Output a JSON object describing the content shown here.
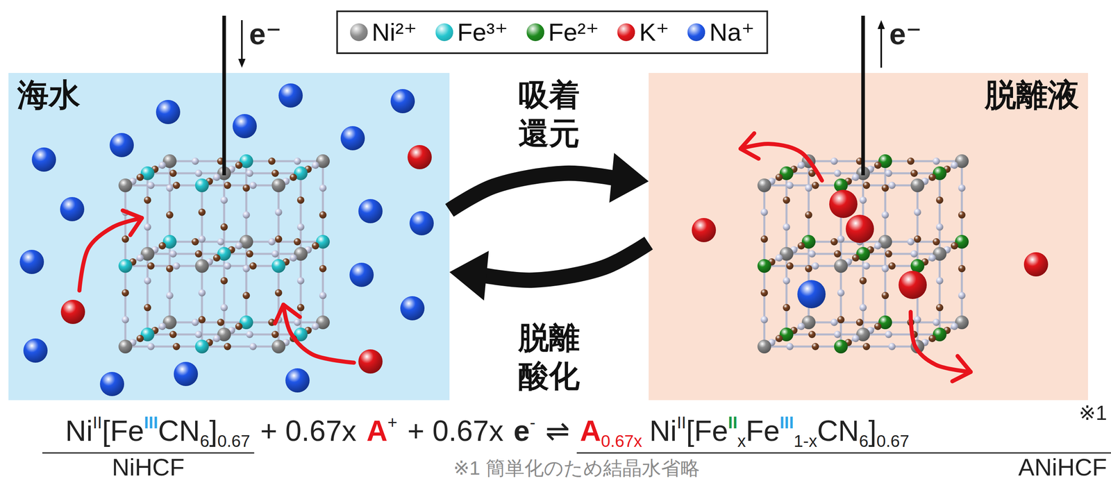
{
  "diagram": {
    "nodes": [
      {
        "text": [
          "海水"
        ]
      },
      {
        "text": [
          "脱離液"
        ]
      }
    ],
    "edges": [
      {
        "from": 0,
        "to": 1,
        "arrow": "to",
        "label": "吸着 還元"
      },
      {
        "from": 1,
        "to": 0,
        "arrow": "to",
        "label": "脱離 酸化"
      }
    ],
    "labels": [
      "e⁻",
      "e⁻",
      "Ni",
      "II",
      "[Fe",
      "III",
      "CN",
      "6",
      "]",
      "0.67",
      "+ 0.67x",
      "A",
      "+",
      "+ 0.67x",
      "e",
      "-",
      "⇌",
      "A",
      "0.67x",
      "Ni",
      "II",
      "[Fe",
      "II",
      "x",
      "Fe",
      "III",
      "1-x",
      "CN",
      "6",
      "]",
      "0.67",
      "※1",
      "NiHCF",
      "※1 簡単化のため結晶水省略",
      "ANiHCF"
    ],
    "legend": [
      {
        "text": "Ni²⁺",
        "color": "#8c8c8c"
      },
      {
        "text": "Fe³⁺",
        "color": "#26c6cf"
      },
      {
        "text": "Fe²⁺",
        "color": "#1e8a1e"
      },
      {
        "text": "K⁺",
        "color": "#e0161b"
      },
      {
        "text": "Na⁺",
        "color": "#1f55e6"
      }
    ]
  }
}
